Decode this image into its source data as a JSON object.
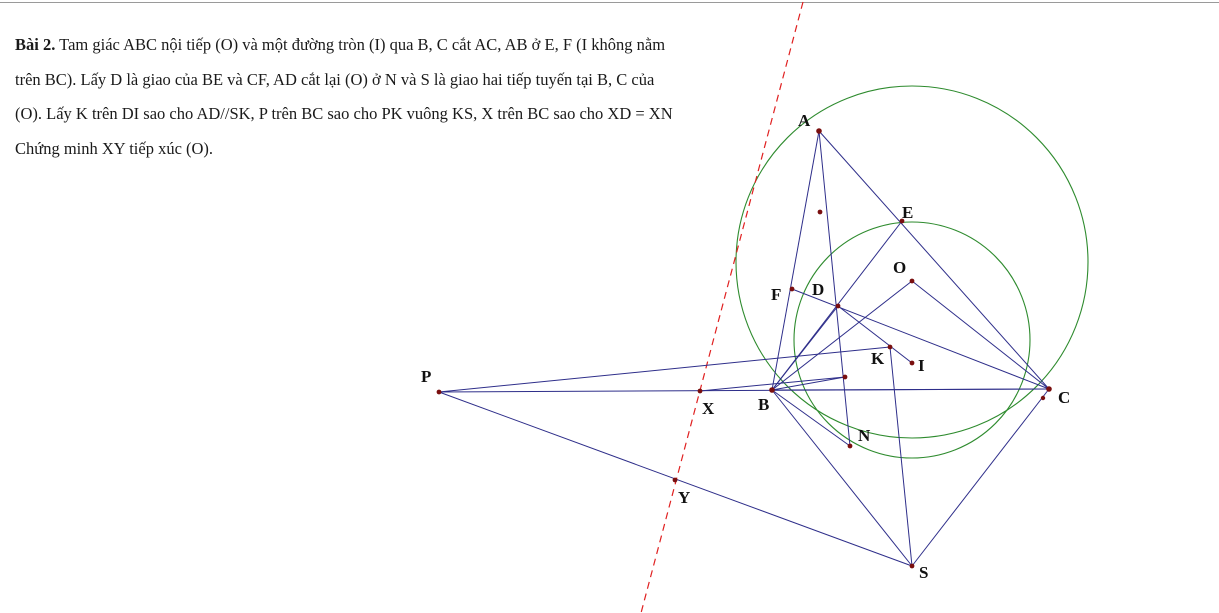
{
  "problem": {
    "number": "Bài 2.",
    "lines": [
      " Tam giác ABC nội tiếp (O) và một đường tròn (I) qua B, C cắt AC, AB ở E, F (I không nằm",
      "trên BC). Lấy D là giao của BE và CF, AD cắt lại (O) ở N và S là giao hai tiếp tuyến tại B, C của",
      "(O). Lấy K trên DI sao cho AD//SK, P trên BC sao cho PK vuông KS, X trên BC sao cho XD = XN",
      " Chứng minh XY tiếp xúc (O)."
    ]
  },
  "figure": {
    "colors": {
      "segments": "#2e2e8a",
      "circles": "#2e8b2e",
      "dashed_line": "#e02020",
      "points": "#7a0f0f"
    },
    "labels": {
      "A": "A",
      "E": "E",
      "O": "O",
      "F": "F",
      "D": "D",
      "K": "K",
      "I": "I",
      "P": "P",
      "X": "X",
      "B": "B",
      "C": "C",
      "N": "N",
      "Y": "Y",
      "S": "S"
    }
  }
}
